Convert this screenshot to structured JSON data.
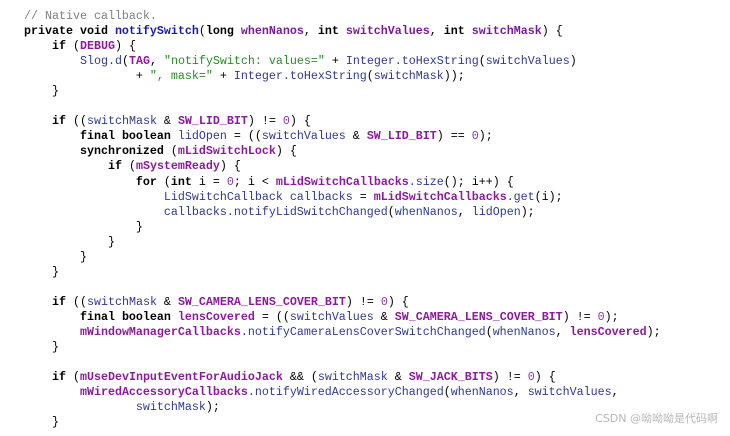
{
  "code_lines": [
    [
      [
        "c",
        "// Native callback."
      ]
    ],
    [
      [
        "k",
        "private void "
      ],
      [
        "f",
        "notifySwitch"
      ],
      [
        "p",
        "("
      ],
      [
        "k",
        "long "
      ],
      [
        "pa",
        "whenNanos"
      ],
      [
        "p",
        ", "
      ],
      [
        "k",
        "int "
      ],
      [
        "pa",
        "switchValues"
      ],
      [
        "p",
        ", "
      ],
      [
        "k",
        "int "
      ],
      [
        "pa",
        "switchMask"
      ],
      [
        "p",
        ") {"
      ]
    ],
    [
      [
        "p",
        "    "
      ],
      [
        "k",
        "if"
      ],
      [
        "p",
        " ("
      ],
      [
        "fd",
        "DEBUG"
      ],
      [
        "p",
        ") {"
      ]
    ],
    [
      [
        "p",
        "        "
      ],
      [
        "i",
        "Slog.d"
      ],
      [
        "p",
        "("
      ],
      [
        "fd",
        "TAG"
      ],
      [
        "p",
        ", "
      ],
      [
        "s",
        "\"notifySwitch: values=\""
      ],
      [
        "p",
        " + "
      ],
      [
        "i",
        "Integer.toHexString"
      ],
      [
        "p",
        "("
      ],
      [
        "i",
        "switchValues"
      ],
      [
        "p",
        ")"
      ]
    ],
    [
      [
        "p",
        "                + "
      ],
      [
        "s",
        "\", mask=\""
      ],
      [
        "p",
        " + "
      ],
      [
        "i",
        "Integer.toHexString"
      ],
      [
        "p",
        "("
      ],
      [
        "i",
        "switchMask"
      ],
      [
        "p",
        "));"
      ]
    ],
    [
      [
        "p",
        "    }"
      ]
    ],
    [],
    [
      [
        "p",
        "    "
      ],
      [
        "k",
        "if"
      ],
      [
        "p",
        " (("
      ],
      [
        "i",
        "switchMask"
      ],
      [
        "p",
        " & "
      ],
      [
        "fd",
        "SW_LID_BIT"
      ],
      [
        "p",
        ") != "
      ],
      [
        "n",
        "0"
      ],
      [
        "p",
        ") {"
      ]
    ],
    [
      [
        "p",
        "        "
      ],
      [
        "k",
        "final boolean "
      ],
      [
        "i",
        "lidOpen"
      ],
      [
        "p",
        " = (("
      ],
      [
        "i",
        "switchValues"
      ],
      [
        "p",
        " & "
      ],
      [
        "fd",
        "SW_LID_BIT"
      ],
      [
        "p",
        ") == "
      ],
      [
        "n",
        "0"
      ],
      [
        "p",
        ");"
      ]
    ],
    [
      [
        "p",
        "        "
      ],
      [
        "k",
        "synchronized"
      ],
      [
        "p",
        " ("
      ],
      [
        "fd",
        "mLidSwitchLock"
      ],
      [
        "p",
        ") {"
      ]
    ],
    [
      [
        "p",
        "            "
      ],
      [
        "k",
        "if"
      ],
      [
        "p",
        " ("
      ],
      [
        "fd",
        "mSystemReady"
      ],
      [
        "p",
        ") {"
      ]
    ],
    [
      [
        "p",
        "                "
      ],
      [
        "k",
        "for"
      ],
      [
        "p",
        " ("
      ],
      [
        "k",
        "int"
      ],
      [
        "p",
        " i = "
      ],
      [
        "n",
        "0"
      ],
      [
        "p",
        "; i < "
      ],
      [
        "fd",
        "mLidSwitchCallbacks"
      ],
      [
        "i",
        ".size"
      ],
      [
        "p",
        "(); i++) {"
      ]
    ],
    [
      [
        "p",
        "                    "
      ],
      [
        "i",
        "LidSwitchCallback callbacks"
      ],
      [
        "p",
        " = "
      ],
      [
        "fd",
        "mLidSwitchCallbacks"
      ],
      [
        "i",
        ".get"
      ],
      [
        "p",
        "(i);"
      ]
    ],
    [
      [
        "p",
        "                    "
      ],
      [
        "i",
        "callbacks.notifyLidSwitchChanged"
      ],
      [
        "p",
        "("
      ],
      [
        "i",
        "whenNanos"
      ],
      [
        "p",
        ", "
      ],
      [
        "i",
        "lidOpen"
      ],
      [
        "p",
        ");"
      ]
    ],
    [
      [
        "p",
        "                }"
      ]
    ],
    [
      [
        "p",
        "            }"
      ]
    ],
    [
      [
        "p",
        "        }"
      ]
    ],
    [
      [
        "p",
        "    }"
      ]
    ],
    [],
    [
      [
        "p",
        "    "
      ],
      [
        "k",
        "if"
      ],
      [
        "p",
        " (("
      ],
      [
        "i",
        "switchMask"
      ],
      [
        "p",
        " & "
      ],
      [
        "fd",
        "SW_CAMERA_LENS_COVER_BIT"
      ],
      [
        "p",
        ") != "
      ],
      [
        "n",
        "0"
      ],
      [
        "p",
        ") {"
      ]
    ],
    [
      [
        "p",
        "        "
      ],
      [
        "k",
        "final boolean "
      ],
      [
        "fd",
        "lensCovered"
      ],
      [
        "p",
        " = (("
      ],
      [
        "i",
        "switchValues"
      ],
      [
        "p",
        " & "
      ],
      [
        "fd",
        "SW_CAMERA_LENS_COVER_BIT"
      ],
      [
        "p",
        ") != "
      ],
      [
        "n",
        "0"
      ],
      [
        "p",
        ");"
      ]
    ],
    [
      [
        "p",
        "        "
      ],
      [
        "fd",
        "mWindowManagerCallbacks"
      ],
      [
        "i",
        ".notifyCameraLensCoverSwitchChanged"
      ],
      [
        "p",
        "("
      ],
      [
        "i",
        "whenNanos"
      ],
      [
        "p",
        ", "
      ],
      [
        "fd",
        "lensCovered"
      ],
      [
        "p",
        ");"
      ]
    ],
    [
      [
        "p",
        "    }"
      ]
    ],
    [],
    [
      [
        "p",
        "    "
      ],
      [
        "k",
        "if"
      ],
      [
        "p",
        " ("
      ],
      [
        "fd",
        "mUseDevInputEventForAudioJack"
      ],
      [
        "p",
        " && ("
      ],
      [
        "i",
        "switchMask"
      ],
      [
        "p",
        " & "
      ],
      [
        "fd",
        "SW_JACK_BITS"
      ],
      [
        "p",
        ") != "
      ],
      [
        "n",
        "0"
      ],
      [
        "p",
        ") {"
      ]
    ],
    [
      [
        "p",
        "        "
      ],
      [
        "fd",
        "mWiredAccessoryCallbacks"
      ],
      [
        "i",
        ".notifyWiredAccessoryChanged"
      ],
      [
        "p",
        "("
      ],
      [
        "i",
        "whenNanos"
      ],
      [
        "p",
        ", "
      ],
      [
        "i",
        "switchValues"
      ],
      [
        "p",
        ","
      ]
    ],
    [
      [
        "p",
        "                "
      ],
      [
        "i",
        "switchMask"
      ],
      [
        "p",
        ");"
      ]
    ],
    [
      [
        "p",
        "    }"
      ]
    ]
  ],
  "watermark": "CSDN @呦呦呦是代码啊"
}
